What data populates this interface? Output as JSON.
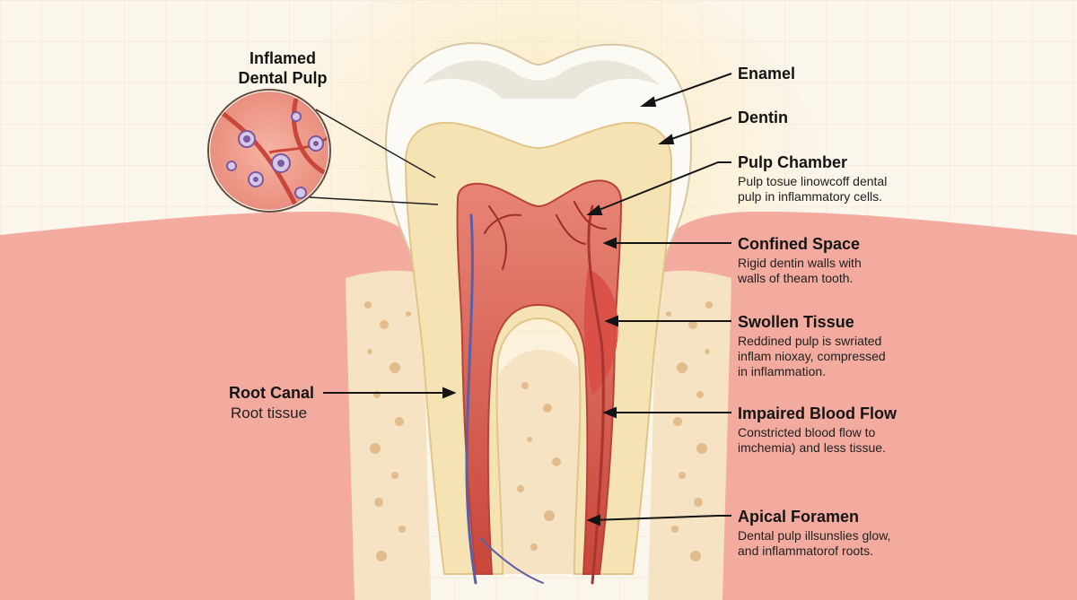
{
  "inset": {
    "title_line1": "Inflamed",
    "title_line2": "Dental Pulp"
  },
  "root_canal": {
    "title": "Root Canal",
    "description": "Root tissue"
  },
  "labels": [
    {
      "key": "enamel",
      "title": "Enamel",
      "lines": []
    },
    {
      "key": "dentin",
      "title": "Dentin",
      "lines": []
    },
    {
      "key": "pulp-chamber",
      "title": "Pulp Chamber",
      "lines": [
        "Pulp tosue linowcoff dental",
        "pulp in inflammatory cells."
      ]
    },
    {
      "key": "confined-space",
      "title": "Confined Space",
      "lines": [
        "Rigid dentin walls with",
        "walls of theam tooth."
      ]
    },
    {
      "key": "swollen-tissue",
      "title": "Swollen Tissue",
      "lines": [
        "Reddined pulp is swriated",
        "inflam nioxay, compressed",
        "in inflammation."
      ]
    },
    {
      "key": "impaired-blood-flow",
      "title": "Impaired Blood Flow",
      "lines": [
        "Constricted blood flow to",
        "imchemia) and less tissue."
      ]
    },
    {
      "key": "apical-foramen",
      "title": "Apical Foramen",
      "lines": [
        "Dental pulp illsunslies glow,",
        "and inflammatorof roots."
      ]
    }
  ],
  "colors": {
    "enamel": "#fbfaf5",
    "dentin": "#f6e3b4",
    "pulp": "#e0776a",
    "gum": "#f1a39a",
    "bone": "#f4e2c2",
    "vein": "#5c5fa6"
  }
}
